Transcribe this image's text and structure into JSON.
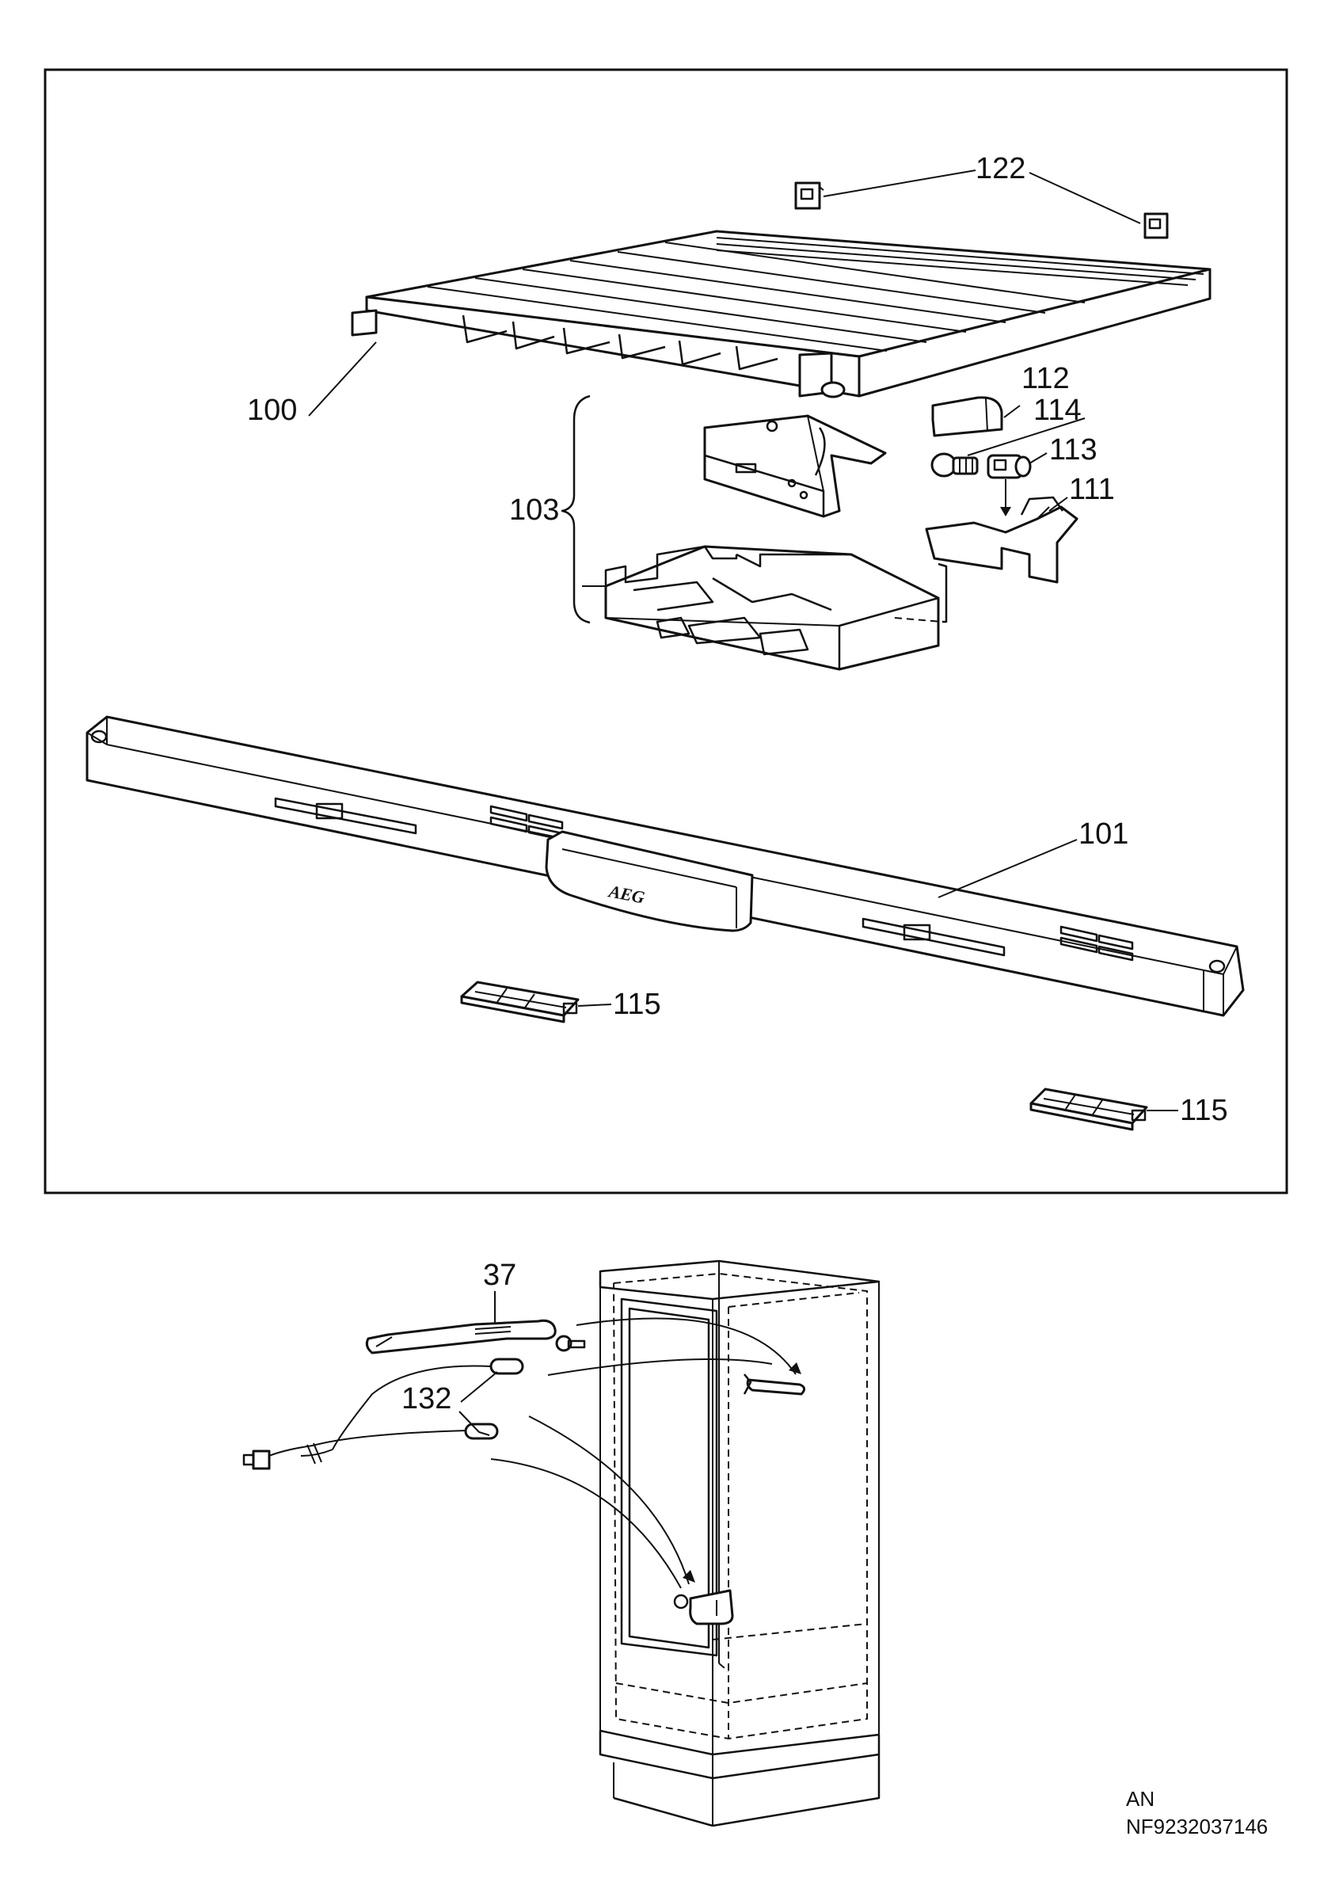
{
  "callouts": {
    "c100": "100",
    "c101": "101",
    "c103": "103",
    "c111": "111",
    "c112": "112",
    "c113": "113",
    "c114": "114",
    "c115a": "115",
    "c115b": "115",
    "c122": "122",
    "c37": "37",
    "c132": "132"
  },
  "brand_mark": "AEG",
  "doc_code": {
    "line1": "AN",
    "line2": "NF9232037146"
  }
}
